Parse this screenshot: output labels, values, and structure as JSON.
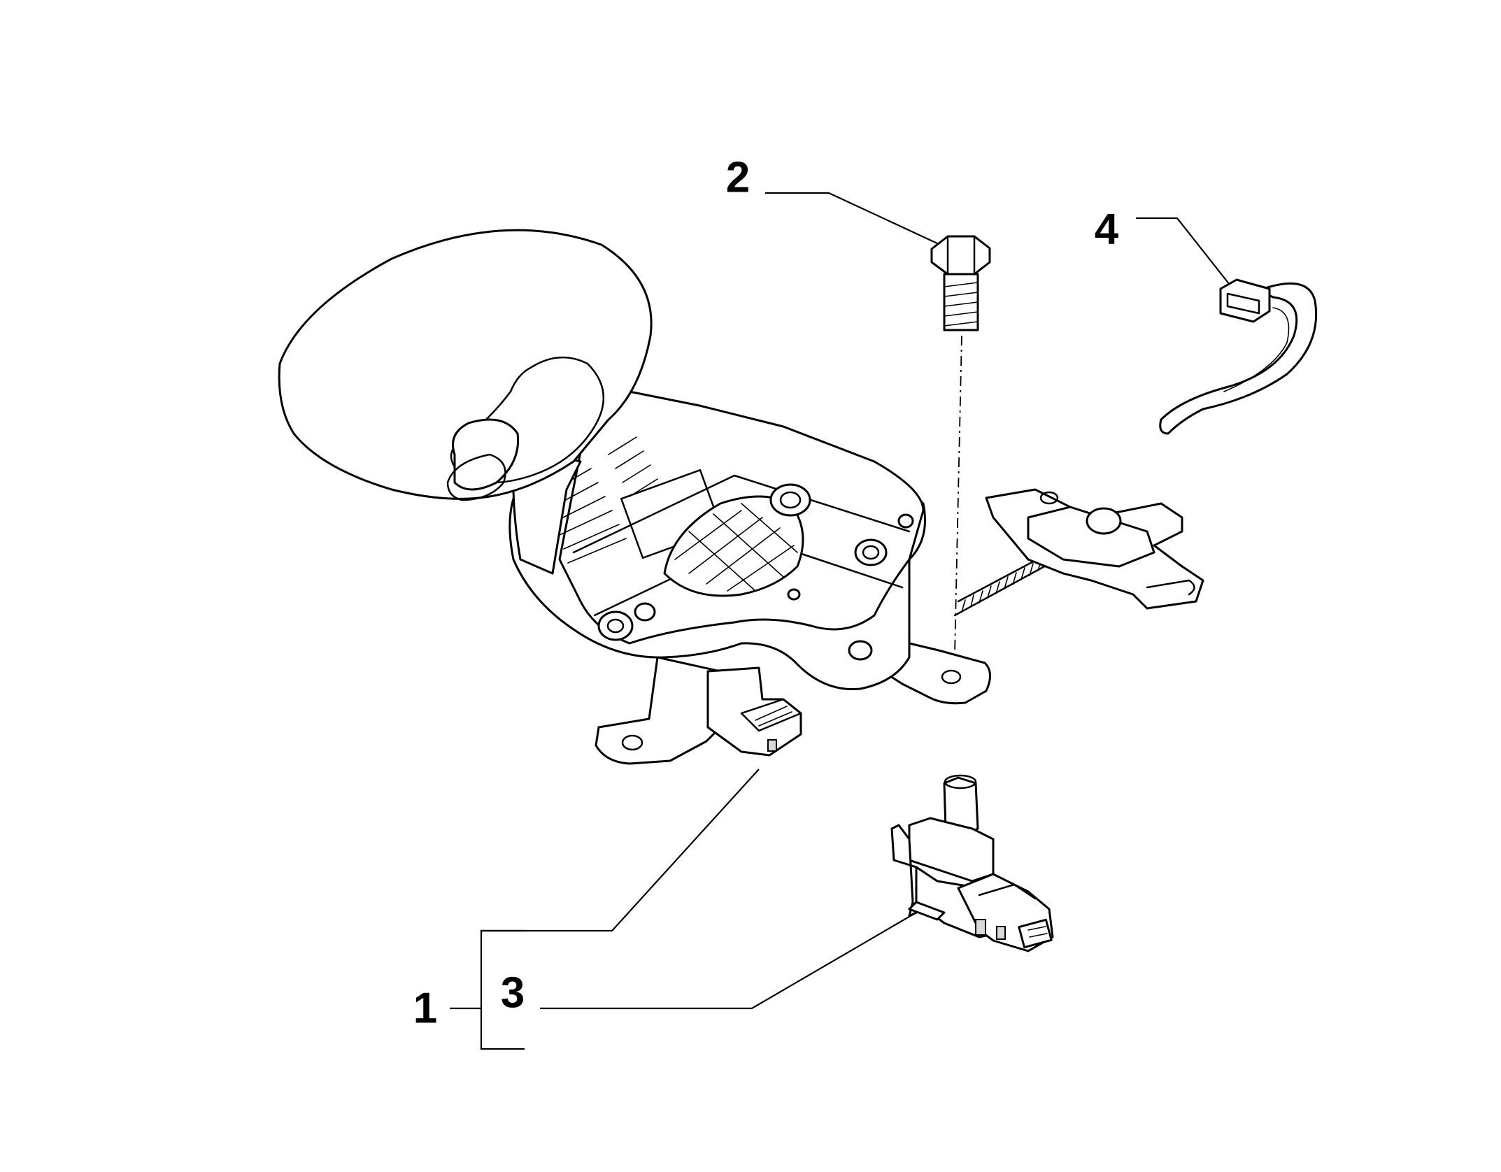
{
  "callouts": {
    "c1": "1",
    "c2": "2",
    "c3": "3",
    "c4": "4"
  },
  "parts": {
    "p1": "gear-shift-lever-assembly",
    "p2": "hex-bolt",
    "p3": "switch-connector",
    "p4": "cable-tie"
  }
}
